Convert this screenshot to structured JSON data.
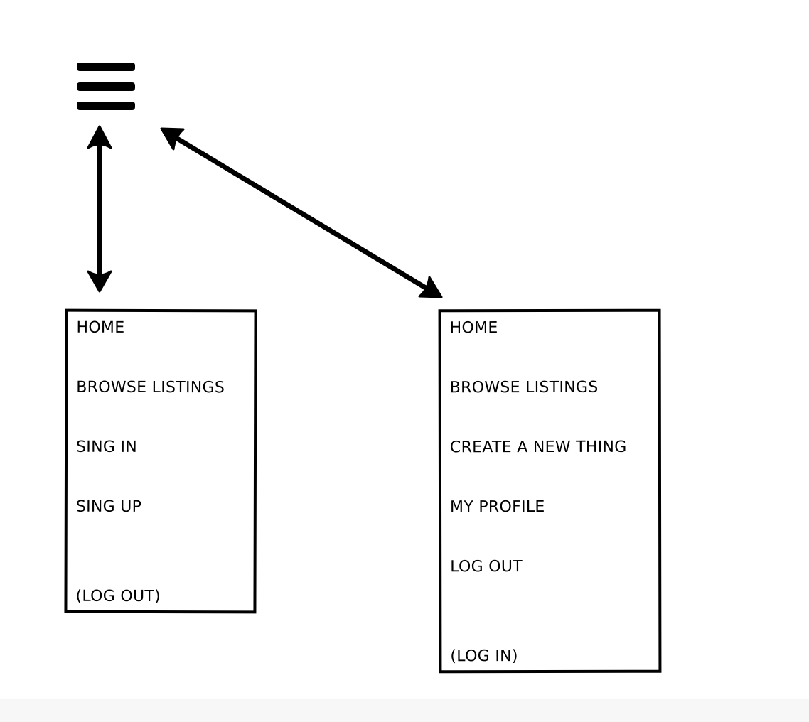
{
  "hamburger": {
    "icon": "hamburger-menu-icon"
  },
  "arrows": [
    {
      "name": "vertical-double-arrow",
      "from": "hamburger-menu-icon",
      "to": "logged-out-menu"
    },
    {
      "name": "diagonal-double-arrow",
      "from": "hamburger-menu-icon",
      "to": "logged-in-menu"
    }
  ],
  "logged_out_menu": {
    "items": [
      "HOME",
      "BROWSE LISTINGS",
      "SING IN",
      "SING UP"
    ],
    "footer": "(LOG OUT)"
  },
  "logged_in_menu": {
    "items": [
      "HOME",
      "BROWSE LISTINGS",
      "CREATE A NEW THING",
      "MY PROFILE",
      "LOG OUT"
    ],
    "footer": "(LOG IN)"
  }
}
